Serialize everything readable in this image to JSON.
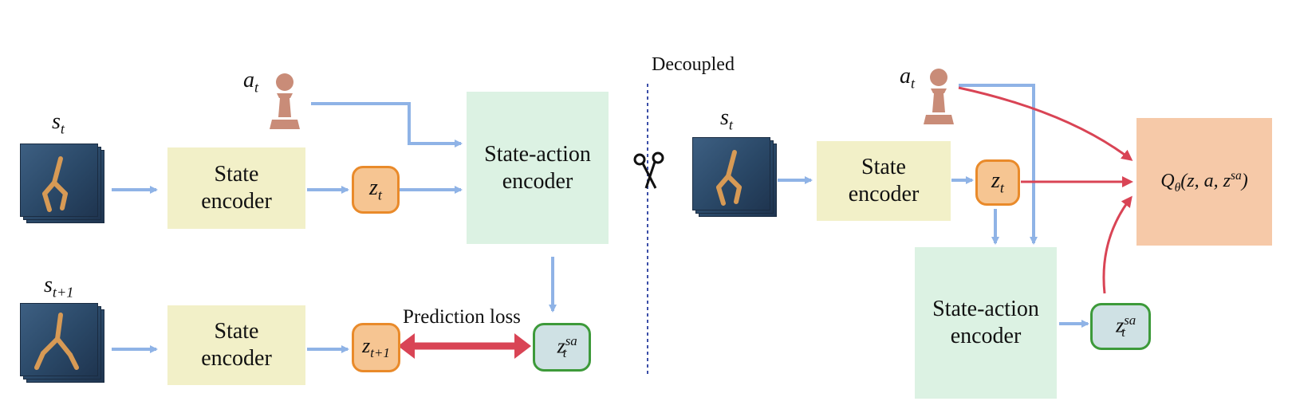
{
  "labels": {
    "s_t": "s",
    "s_t_sub": "t",
    "s_t1": "s",
    "s_t1_sub": "t+1",
    "a_t": "a",
    "a_t_sub": "t",
    "decoupled": "Decoupled",
    "prediction_loss": "Prediction loss"
  },
  "boxes": {
    "state_encoder": "State encoder",
    "state_action_encoder": "State-action encoder",
    "q_main": "Q",
    "q_sub": "θ",
    "q_args": "(z, a, z",
    "q_sup": "sa",
    "q_close": ")"
  },
  "tokens": {
    "z": "z",
    "t": "t",
    "t1": "t+1",
    "sa": "sa"
  },
  "colors": {
    "blue_arrow": "#8fb3e6",
    "red_arrow": "#d94455",
    "yellow_box": "#f2f0c8",
    "mint_box": "#dcf2e3",
    "peach_box": "#f6c9a8",
    "orange_token": "#e98a2a",
    "green_token": "#3d9a3a"
  },
  "icons": [
    "pawn-icon",
    "scissors-icon",
    "walker-frame-icon"
  ]
}
